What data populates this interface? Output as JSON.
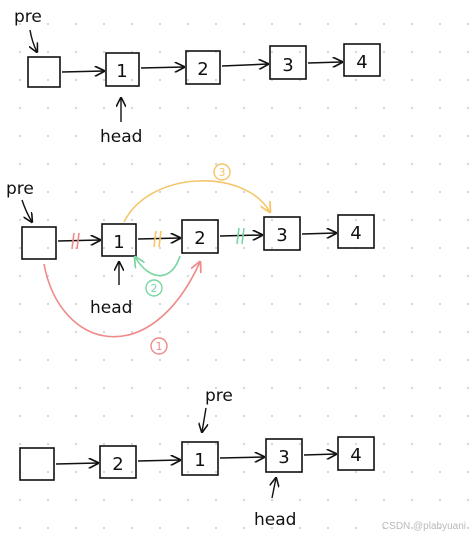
{
  "colors": {
    "ink": "#111111",
    "step1": "#f08a8a",
    "step2_green": "#79d6a2",
    "step3_orange": "#f5c56a",
    "grid_dot": "#d4d4d4"
  },
  "diagrams": [
    {
      "nodes": [
        "",
        "1",
        "2",
        "3",
        "4"
      ],
      "labels": {
        "pre": "pre",
        "head": "head"
      }
    },
    {
      "nodes": [
        "",
        "1",
        "2",
        "3",
        "4"
      ],
      "labels": {
        "pre": "pre",
        "head": "head"
      },
      "steps": [
        "1",
        "2",
        "3"
      ]
    },
    {
      "nodes": [
        "",
        "2",
        "1",
        "3",
        "4"
      ],
      "labels": {
        "pre": "pre",
        "head": "head"
      }
    }
  ],
  "watermark": "CSDN @plabyuani"
}
